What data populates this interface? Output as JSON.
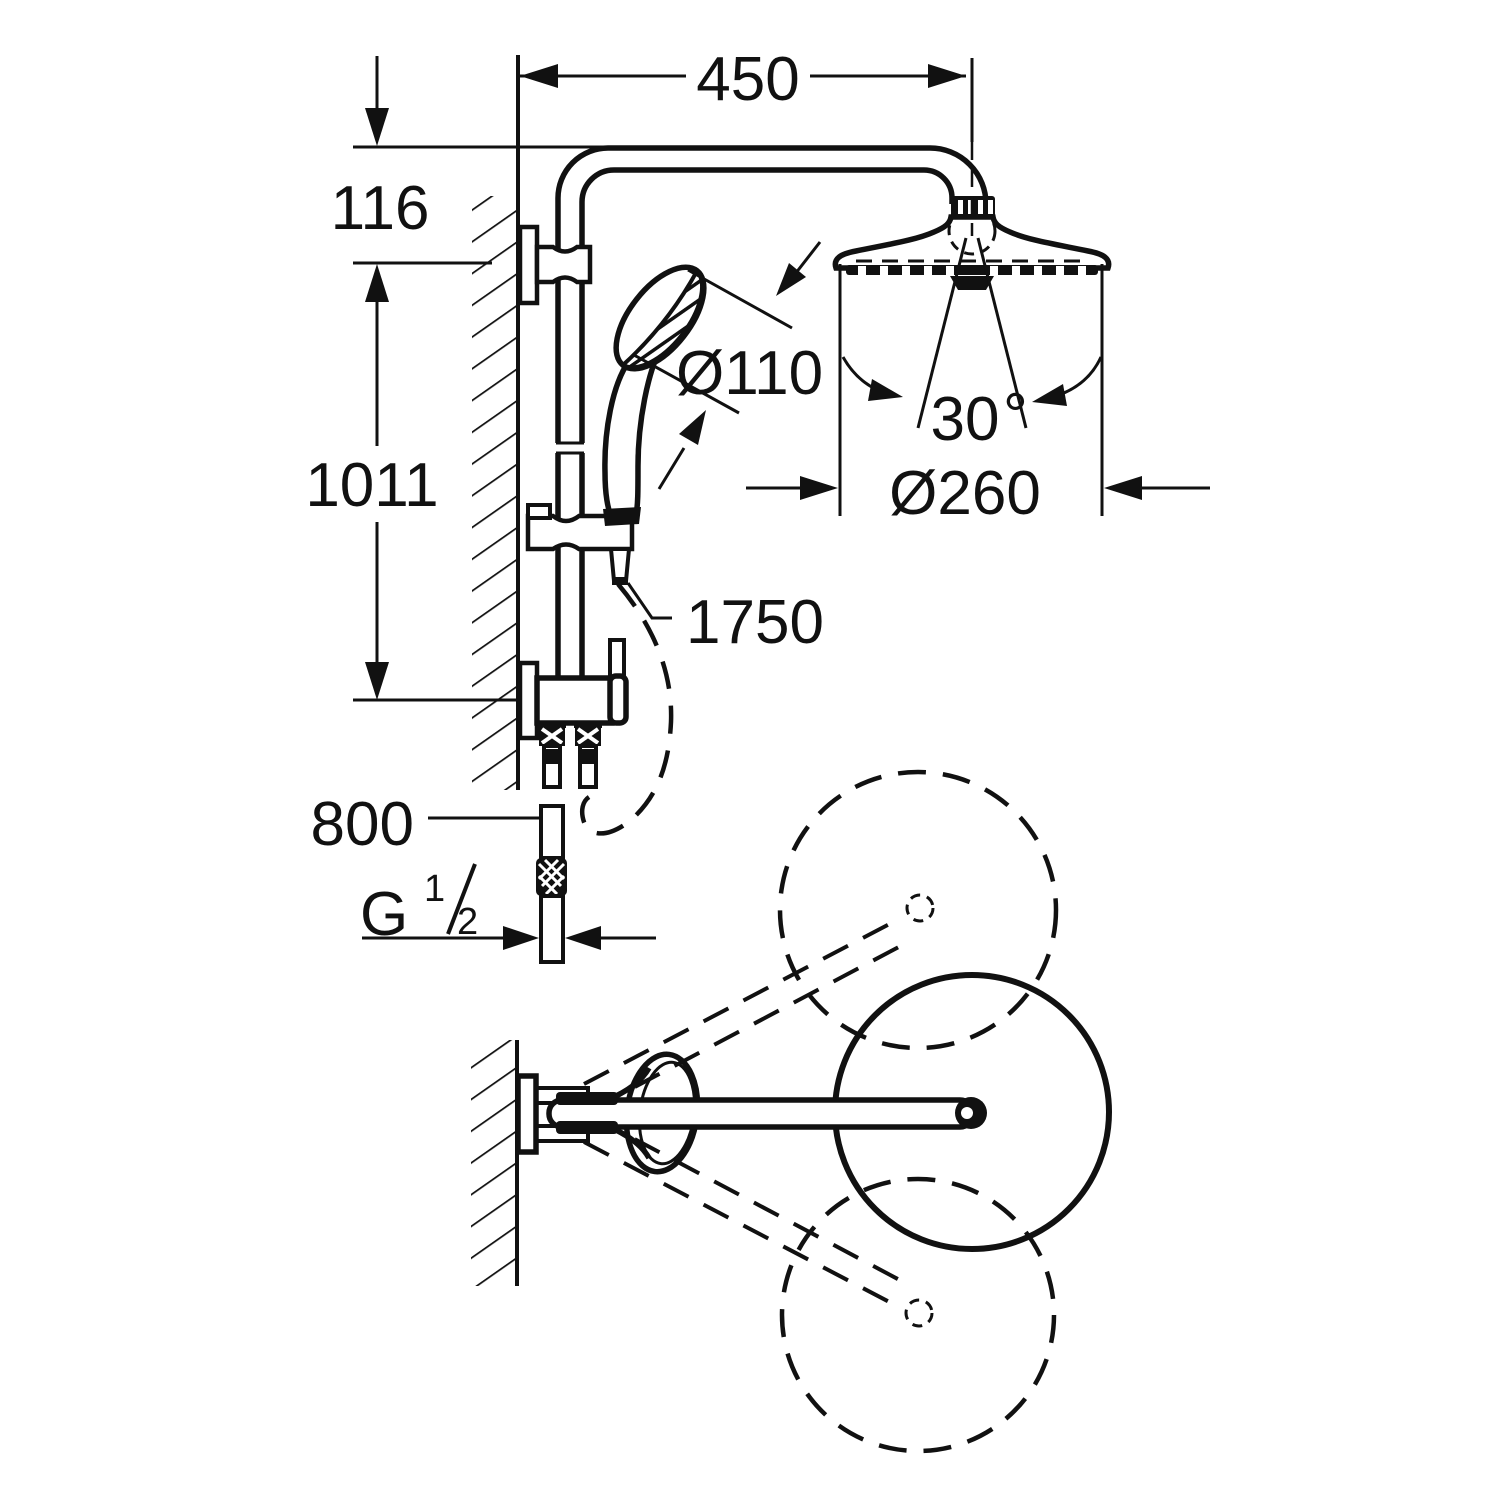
{
  "colors": {
    "ink": "#111111",
    "background": "#ffffff"
  },
  "labels": {
    "arm_projection": "450",
    "top_offset": "116",
    "riser_height": "1011",
    "hand_shower_diameter": "Ø110",
    "spray_angle_value": "30",
    "degree_sign": "°",
    "head_shower_diameter": "Ø260",
    "hose_length": "1750",
    "supply_height": "800",
    "thread_letter": "G",
    "thread_numerator": "1",
    "thread_denominator": "2"
  }
}
